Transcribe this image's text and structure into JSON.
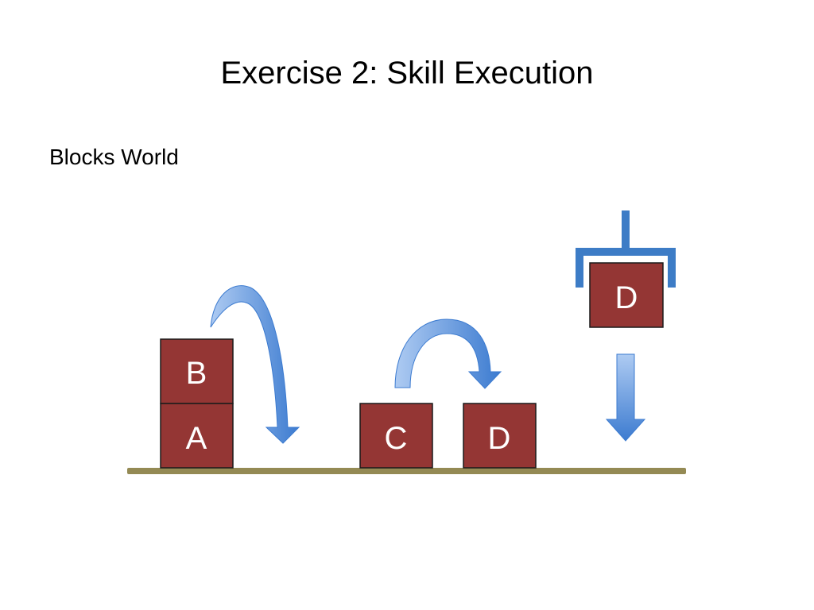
{
  "slide": {
    "title": "Exercise 2: Skill Execution",
    "subtitle": "Blocks World"
  },
  "blocks": {
    "b": "B",
    "a": "A",
    "c": "C",
    "d_table": "D",
    "d_held": "D"
  },
  "colors": {
    "block_fill": "#943634",
    "table": "#948a54",
    "gripper": "#3d7cc6",
    "arrow_light": "#aecbf2",
    "arrow_dark": "#3c7bd0"
  }
}
